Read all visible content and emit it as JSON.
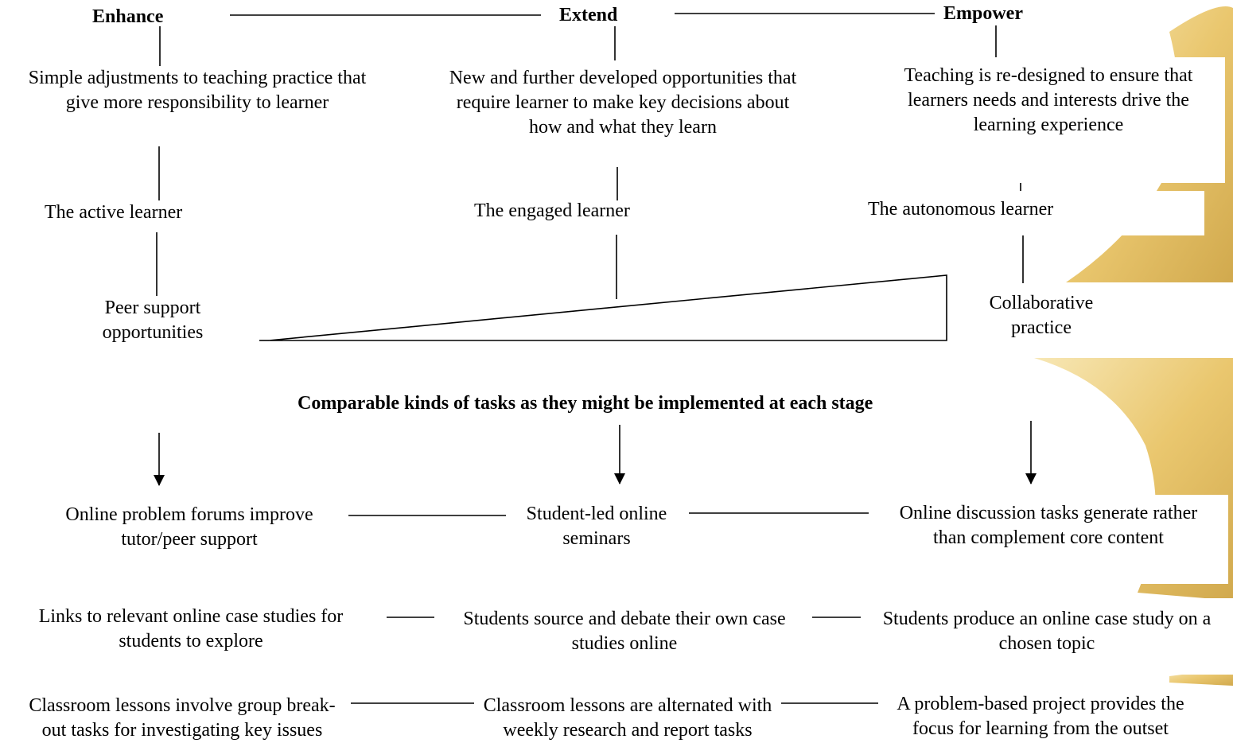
{
  "stages": {
    "enhance": "Enhance",
    "extend": "Extend",
    "empower": "Empower"
  },
  "descriptions": {
    "enhance": [
      "Simple adjustments to teaching practice that",
      "give more responsibility to learner"
    ],
    "extend": [
      "New and further developed opportunities that",
      "require learner to make key decisions about",
      "how and what they learn"
    ],
    "empower": [
      "Teaching is re-designed to ensure that",
      "learners needs and interests drive the",
      "learning experience"
    ]
  },
  "learners": {
    "enhance": "The active learner",
    "extend": "The engaged learner",
    "empower": "The autonomous learner"
  },
  "practice": {
    "left": [
      "Peer support",
      "opportunities"
    ],
    "right": [
      "Collaborative",
      "practice"
    ]
  },
  "subheading": "Comparable kinds of tasks as they might be implemented at each stage",
  "tasks": {
    "row1": {
      "enhance": [
        "Online problem forums improve",
        "tutor/peer support"
      ],
      "extend": [
        "Student-led online",
        "seminars"
      ],
      "empower": [
        "Online discussion tasks generate rather",
        "than complement core content"
      ]
    },
    "row2": {
      "enhance": [
        "Links to relevant online case studies for",
        "students to explore"
      ],
      "extend": [
        "Students source and debate their own case",
        "studies online"
      ],
      "empower": [
        "Students produce an online case study on a",
        "chosen topic"
      ]
    },
    "row3": {
      "enhance": [
        "Classroom lessons involve group break-",
        "out tasks for investigating key issues"
      ],
      "extend": [
        "Classroom lessons are alternated with",
        "weekly research and report tasks"
      ],
      "empower": [
        "A problem-based project provides the",
        "focus for learning from the outset"
      ]
    }
  },
  "colors": {
    "background_decoration": "#e2b649",
    "background_decoration_light": "#f3dc9a",
    "line": "#000000"
  }
}
